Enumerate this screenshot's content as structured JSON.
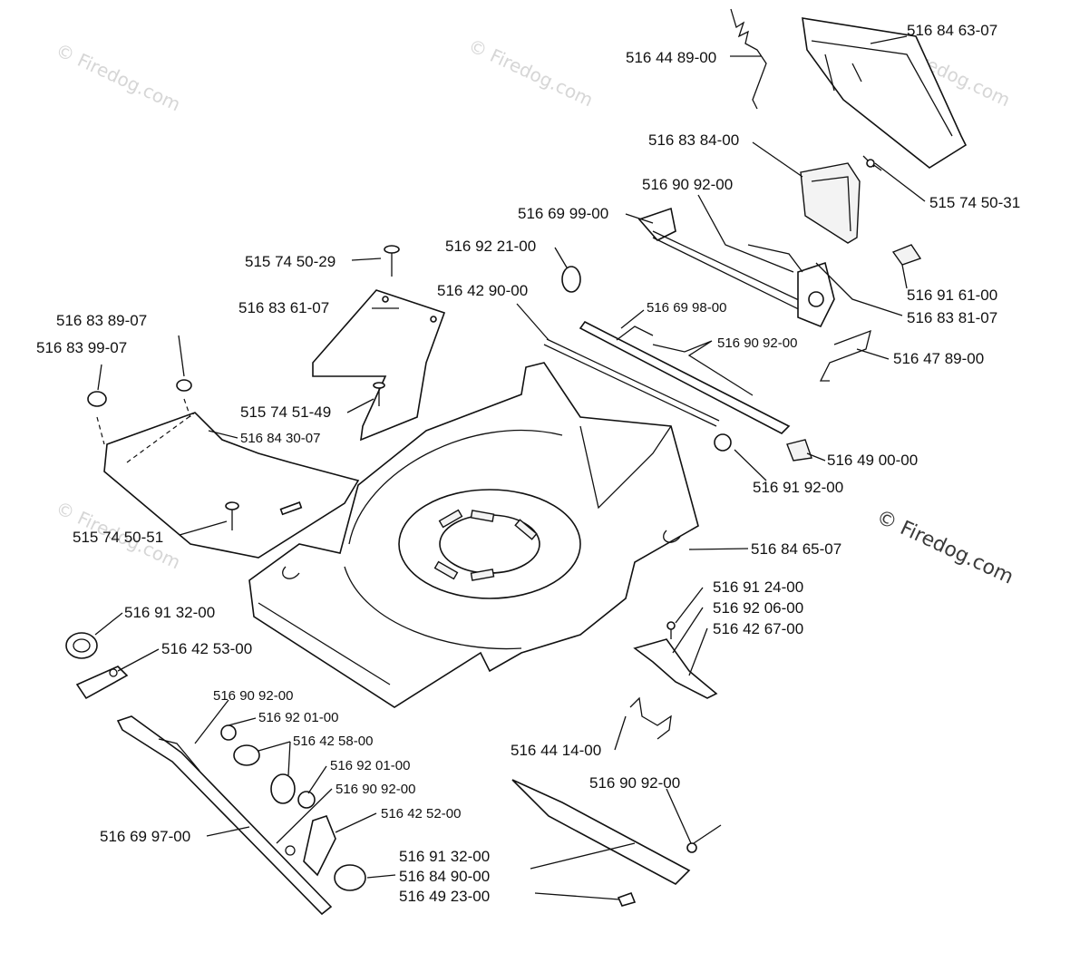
{
  "watermark": "© Firedog.com",
  "labels": [
    "516 44 89-00",
    "516 84 63-07",
    "516 83 84-00",
    "515 74 50-31",
    "516 90 92-00",
    "516 69 99-00",
    "516 92 21-00",
    "516 91 61-00",
    "516 83 81-07",
    "516 42 90-00",
    "516 69 98-00",
    "516 90 92-00",
    "516 47 89-00",
    "515 74 50-29",
    "516 83 61-07",
    "516 83 89-07",
    "516 83 99-07",
    "515 74 51-49",
    "516 84 30-07",
    "516 49 00-00",
    "516 91 92-00",
    "515 74 50-51",
    "516 84 65-07",
    "516 91 24-00",
    "516 92 06-00",
    "516 42 67-00",
    "516 91 32-00",
    "516 42 53-00",
    "516 90 92-00",
    "516 92 01-00",
    "516 42 58-00",
    "516 92 01-00",
    "516 90 92-00",
    "516 42 52-00",
    "516 44 14-00",
    "516 90 92-00",
    "516 69 97-00",
    "516 91 32-00",
    "516 84 90-00",
    "516 49 23-00"
  ]
}
